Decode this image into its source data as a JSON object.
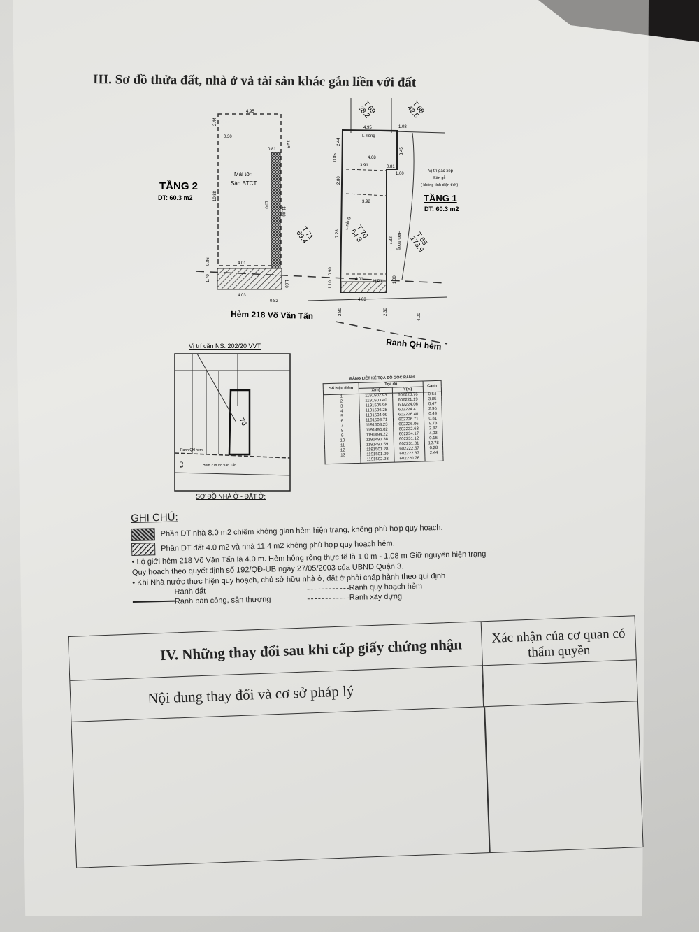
{
  "section3": {
    "title": "III. Sơ đồ thửa đất, nhà ở và tài sản khác gắn liền với đất"
  },
  "floor2": {
    "label": "TẦNG 2",
    "area": "DT: 60.3 m2",
    "roof": "Mái tôn",
    "slab": "Sàn BTCT",
    "dims": [
      "4.95",
      "2.44",
      "0.30",
      "3.45",
      "0.81",
      "10.88",
      "10.07",
      "11.08",
      "0.86",
      "1.70",
      "4.01",
      "4.03",
      "0.82",
      "1.80"
    ]
  },
  "floor1": {
    "label": "TẦNG 1",
    "area": "DT: 60.3 m2",
    "wall_top": "T. riêng",
    "wall_left": "T. riêng",
    "alley_side": "Hẻm hông",
    "porch": "Hiên",
    "loft_note": [
      "Vị trí gác xếp",
      "Sàn gỗ",
      "( không tính diện tích)"
    ],
    "dims": [
      "4.95",
      "1.08",
      "4.68",
      "3.91",
      "0.81",
      "1.00",
      "2.80",
      "3.92",
      "7.28",
      "7.32",
      "4.01",
      "4.03",
      "0.90",
      "1.10",
      "1.00",
      "2.80",
      "2.30",
      "4.00",
      "3.45",
      "2.44",
      "0.85"
    ]
  },
  "parcels": [
    {
      "label": "T 69",
      "area": "28.2"
    },
    {
      "label": "T 68",
      "area": "42.5"
    },
    {
      "label": "T 71",
      "area": "69.4"
    },
    {
      "label": "T 70",
      "area": "64.3"
    },
    {
      "label": "T 65",
      "area": "173.9"
    }
  ],
  "street": "Hẻm 218 Võ Văn Tấn",
  "planning_line": "Ranh QH hẻm",
  "location_map": {
    "title": "Vị trí căn NS: 202/20 VVT",
    "caption": "SƠ ĐỒ NHÀ Ở - ĐẤT Ở:",
    "street": "Hẻm 218 Võ Văn Tấn",
    "boundary": "Ranh QH hẻm",
    "width": "4.0",
    "lot": "70"
  },
  "coord_table": {
    "caption": "BẢNG LIỆT KÊ TỌA ĐỘ GÓC RANH",
    "headers": {
      "point": "Số hiệu điểm",
      "coords": "Tọa độ",
      "x": "X(m)",
      "y": "Y(m)",
      "edge": "Cạnh"
    },
    "rows": [
      [
        "1",
        "1191502.93",
        "602220.76",
        "0.64"
      ],
      [
        "2",
        "1191503.40",
        "602221.19",
        "3.85"
      ],
      [
        "3",
        "1191505.96",
        "602224.06",
        "0.47"
      ],
      [
        "4",
        "1191506.28",
        "602224.41",
        "2.96"
      ],
      [
        "5",
        "1191504.09",
        "602226.40",
        "0.49"
      ],
      [
        "6",
        "1191503.71",
        "602226.71",
        "0.81"
      ],
      [
        "7",
        "1191503.23",
        "602226.06",
        "9.73"
      ],
      [
        "8",
        "1191496.02",
        "602232.63",
        "2.37"
      ],
      [
        "9",
        "1191494.22",
        "602234.17",
        "4.03"
      ],
      [
        "10",
        "1191491.38",
        "602231.12",
        "0.16"
      ],
      [
        "11",
        "1191491.59",
        "602231.01",
        "12.78"
      ],
      [
        "12",
        "1191501.28",
        "602222.57",
        "0.28"
      ],
      [
        "13",
        "1191501.09",
        "602222.37",
        "2.44"
      ],
      [
        ":",
        "1191502.93",
        "602220.76",
        ""
      ]
    ]
  },
  "notes": {
    "heading": "GHI CHÚ:",
    "crosshatch": "Phần DT nhà 8.0 m2 chiếm không gian hẻm hiện trạng, không phù hợp quy hoạch.",
    "hatch": "Phần DT đất 4.0 m2 và nhà 11.4 m2 không phù hợp quy hoạch hẻm.",
    "line1": "• Lộ giới hẻm 218 Võ Văn Tấn là 4.0 m. Hẻm hông rộng thực tế là 1.0 m - 1.08 m  Giữ nguyên hiện trạng",
    "line2": "Quy hoạch  theo quyết định số 192/QĐ-UB ngày 27/05/2003 của UBND Quận 3.",
    "line3": "• Khi Nhà nước thực hiện quy hoạch, chủ sở hữu nhà ở, đất ở phải chấp hành theo qui định",
    "legend": {
      "land": "Ranh đất",
      "balcony": "Ranh ban công, sân thượng",
      "alley_plan": "Ranh quy hoạch hẻm",
      "build": "Ranh xây dựng"
    }
  },
  "section4": {
    "title": "IV. Những thay đổi sau khi cấp giấy chứng nhận",
    "col_content": "Nội dung thay đổi và cơ sở pháp lý",
    "col_confirm": "Xác nhận của cơ quan có thẩm quyền"
  }
}
